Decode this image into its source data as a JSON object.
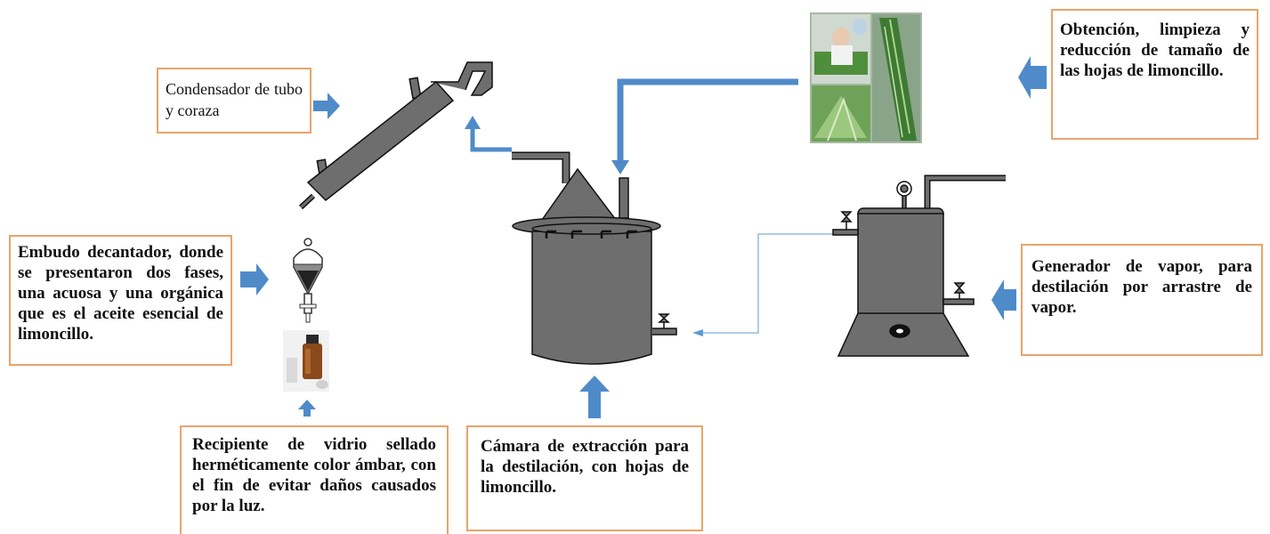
{
  "labels": {
    "condensador": "Condensador de tubo y coraza",
    "obtencion": "Obtención, limpieza y reducción de tamaño de las hojas de limoncillo.",
    "embudo": "Embudo decantador, donde se presentaron dos fases, una acuosa y una orgánica que es el aceite esencial de limoncillo.",
    "generador": "Generador de vapor, para destilación por arrastre de vapor.",
    "recipiente": "Recipiente de vidrio sellado herméticamente color ámbar, con el fin de evitar daños causados por la luz.",
    "camara": "Cámara de extracción para la destilación, con hojas de limoncillo."
  },
  "colors": {
    "box_border": "#e8a46b",
    "arrow_blue": "#4f8bc9",
    "equipment_gray": "#6e6e6e",
    "outline": "#111111"
  }
}
